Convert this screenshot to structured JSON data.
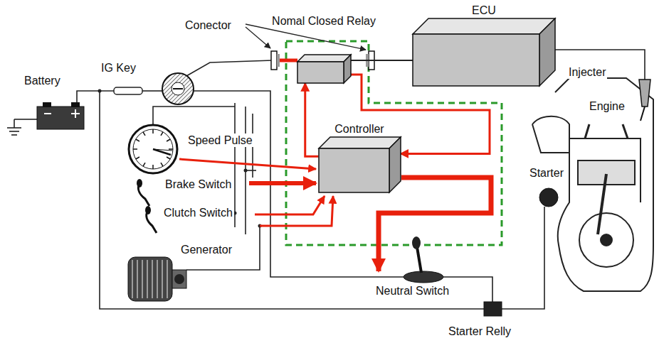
{
  "diagram": {
    "nodes": [
      {
        "text": [
          "Nomal Closed Relay"
        ]
      },
      {
        "text": [
          "ECU"
        ]
      },
      {
        "text": [
          "Controller"
        ]
      }
    ],
    "edges": [
      {
        "from": 2,
        "to": 0,
        "arrow": "to"
      },
      {
        "from": 0,
        "to": 2,
        "arrow": "to"
      },
      {
        "from": 0,
        "to": 1,
        "arrow": "none"
      }
    ],
    "labels": [
      "Conector",
      "Battery",
      "IG Key",
      "Speed Pulse",
      "Brake Switch",
      "Clutch Switch",
      "Generator",
      "Injecter",
      "Engine",
      "Starter",
      "Neutral Switch",
      "Starter Relly"
    ]
  }
}
